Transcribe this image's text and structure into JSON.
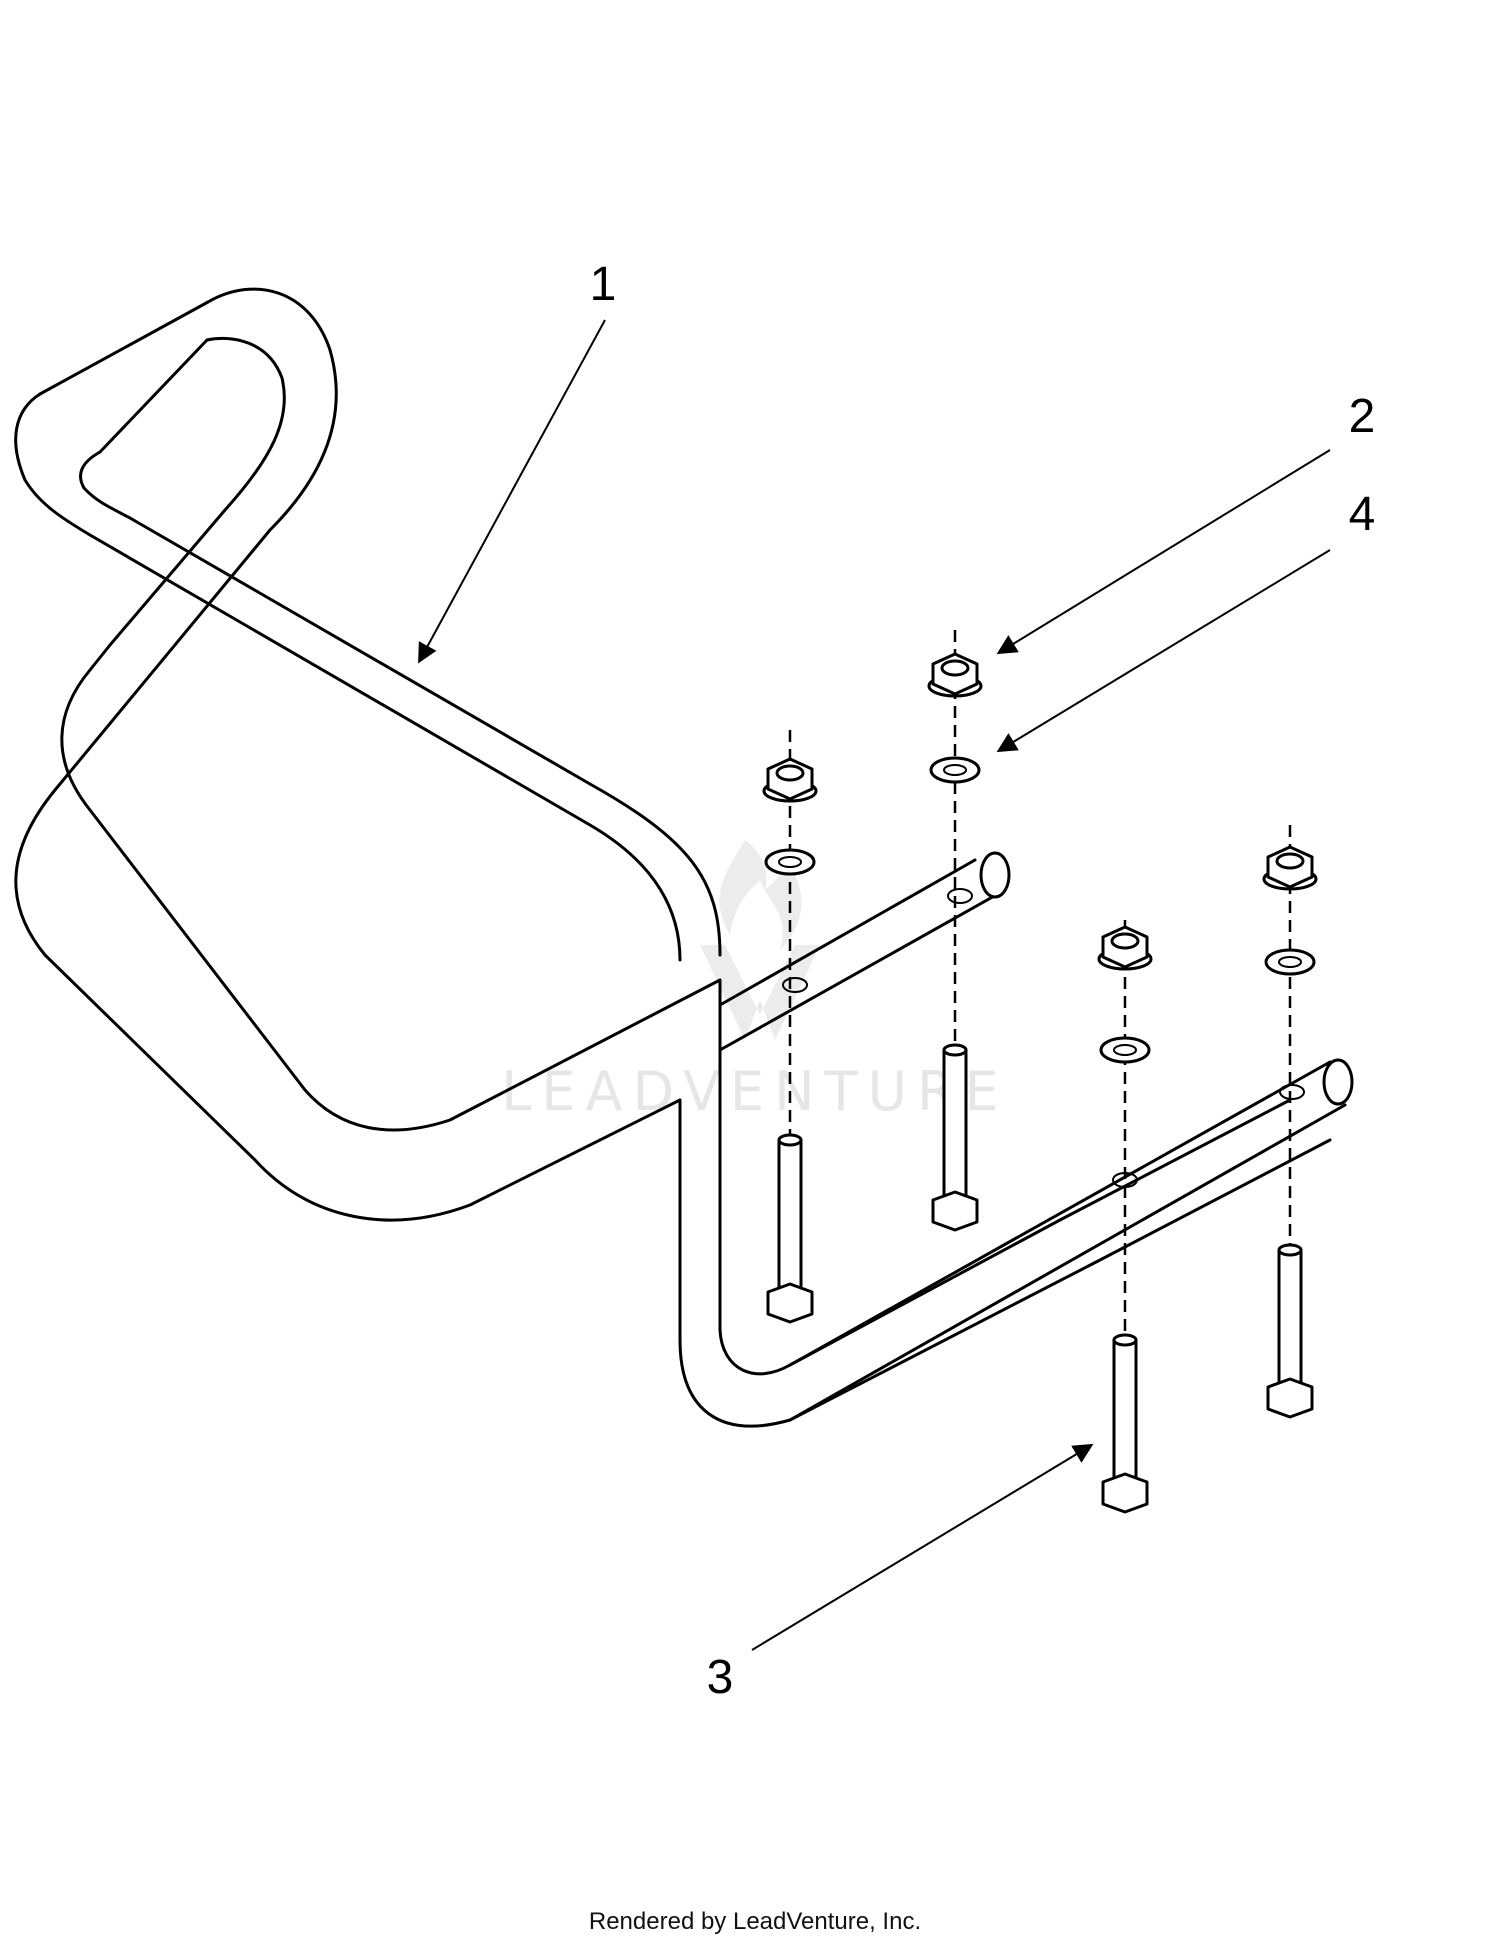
{
  "callouts": [
    {
      "id": "1",
      "label": "1"
    },
    {
      "id": "2",
      "label": "2"
    },
    {
      "id": "3",
      "label": "3"
    },
    {
      "id": "4",
      "label": "4"
    }
  ],
  "watermark": {
    "text": "LEADVENTURE"
  },
  "footer": {
    "text": "Rendered by LeadVenture, Inc."
  }
}
